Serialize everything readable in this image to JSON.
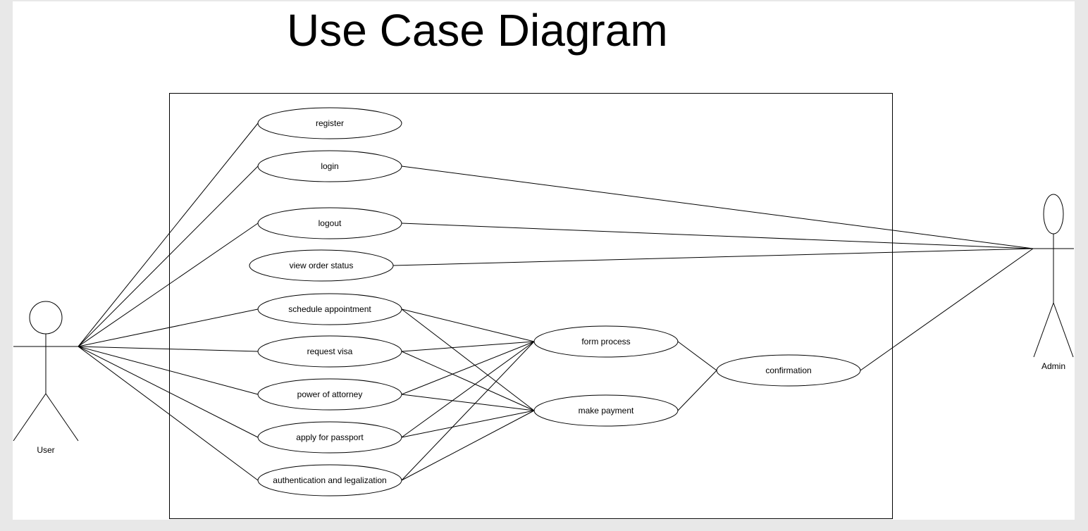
{
  "diagram": {
    "title": "Use Case Diagram",
    "actors": {
      "user": "User",
      "admin": "Admin"
    },
    "use_cases": {
      "register": "register",
      "login": "login",
      "logout": "logout",
      "view_order_status": "view order status",
      "schedule_appointment": "schedule appointment",
      "request_visa": "request visa",
      "power_of_attorney": "power of attorney",
      "apply_for_passport": "apply for passport",
      "authentication_and_legalization": "authentication and legalization",
      "form_process": "form process",
      "make_payment": "make payment",
      "confirmation": "confirmation"
    },
    "associations": [
      [
        "user",
        "register"
      ],
      [
        "user",
        "login"
      ],
      [
        "user",
        "logout"
      ],
      [
        "user",
        "schedule_appointment"
      ],
      [
        "user",
        "request_visa"
      ],
      [
        "user",
        "power_of_attorney"
      ],
      [
        "user",
        "apply_for_passport"
      ],
      [
        "user",
        "authentication_and_legalization"
      ],
      [
        "schedule_appointment",
        "form_process"
      ],
      [
        "schedule_appointment",
        "make_payment"
      ],
      [
        "request_visa",
        "form_process"
      ],
      [
        "request_visa",
        "make_payment"
      ],
      [
        "power_of_attorney",
        "form_process"
      ],
      [
        "power_of_attorney",
        "make_payment"
      ],
      [
        "apply_for_passport",
        "form_process"
      ],
      [
        "apply_for_passport",
        "make_payment"
      ],
      [
        "authentication_and_legalization",
        "form_process"
      ],
      [
        "authentication_and_legalization",
        "make_payment"
      ],
      [
        "form_process",
        "confirmation"
      ],
      [
        "make_payment",
        "confirmation"
      ],
      [
        "admin",
        "login"
      ],
      [
        "admin",
        "logout"
      ],
      [
        "admin",
        "view_order_status"
      ],
      [
        "admin",
        "confirmation"
      ]
    ]
  }
}
